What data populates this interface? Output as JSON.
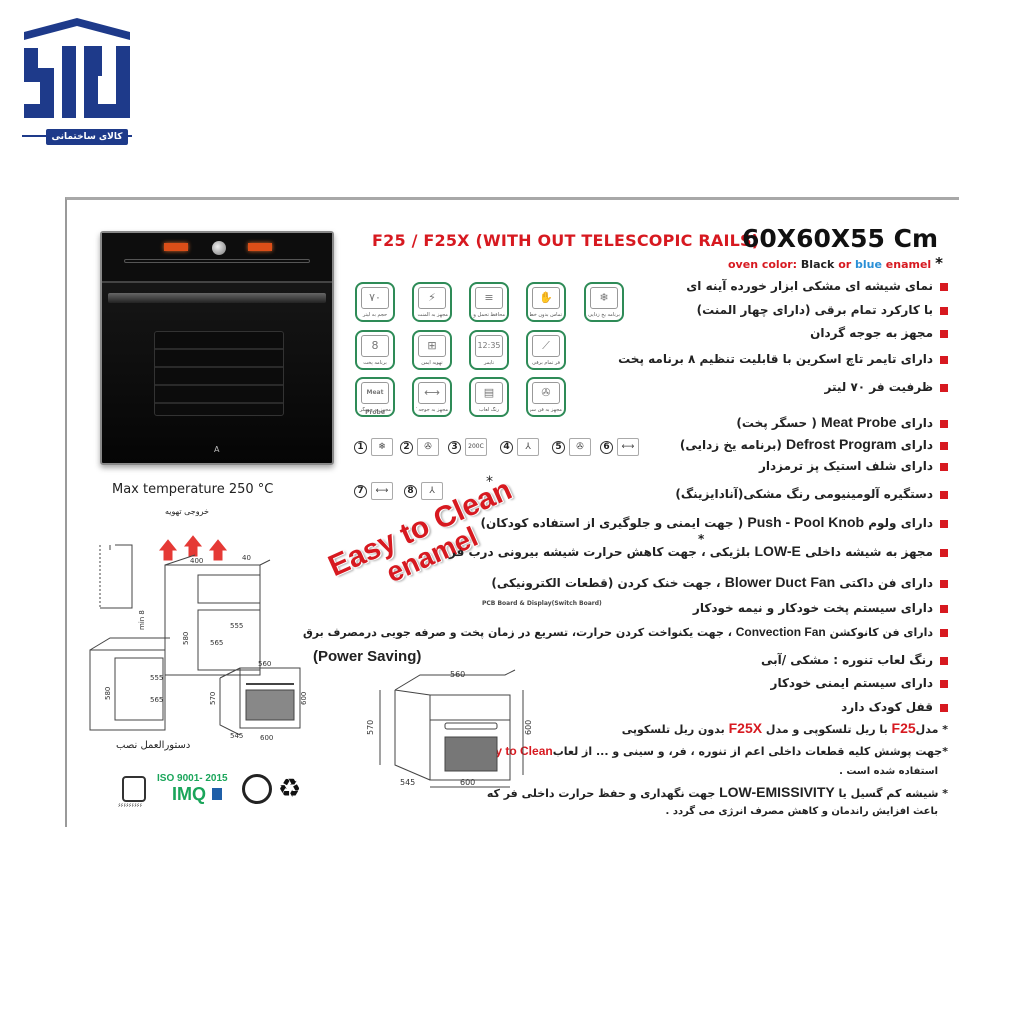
{
  "logo": {
    "brand_text": "کالای ساختمانی",
    "color": "#1e3a8a"
  },
  "product": {
    "title": "F25 / F25X  (WITH OUT TELESCOPIC  RAILS)",
    "dimensions": "60X60X55 Cm",
    "oven_color_prefix": "oven color:",
    "oven_color_black": "Black",
    "oven_color_or": "or",
    "oven_color_blue": "blue",
    "oven_color_enamel": "enamel",
    "asterisk": "*",
    "max_temperature": "Max temperature 250 °C",
    "accent_color": "#d71920",
    "blue_color": "#2a8fd6"
  },
  "feature_icons": [
    {
      "glyph": "۷۰",
      "caption": "حجم به لیتر"
    },
    {
      "glyph": "⚡",
      "caption": "مجهز به المنت برقی"
    },
    {
      "glyph": "≡",
      "caption": "محافظ تحمل وزن"
    },
    {
      "glyph": "✋",
      "caption": "تماس بدون خطر"
    },
    {
      "glyph": "❄",
      "caption": "برنامه یخ زدایی"
    },
    {
      "glyph": "8",
      "caption": "برنامه پخت"
    },
    {
      "glyph": "⊞",
      "caption": "تهویه ایمن"
    },
    {
      "glyph": "12:35",
      "caption": "تایمر"
    },
    {
      "glyph": "⟋",
      "caption": "فر تمام برقی"
    },
    {
      "glyph": "Meat Probe",
      "caption": "مجهز به حسگر پخت"
    },
    {
      "glyph": "⟷",
      "caption": "مجهز به جوجه گردان"
    },
    {
      "glyph": "▤",
      "caption": "رنگ لعاب"
    },
    {
      "glyph": "✇",
      "caption": "مجهز به فن سرکولاسیون"
    }
  ],
  "programs": [
    {
      "num": "1",
      "glyph": "❄"
    },
    {
      "num": "2",
      "glyph": "✇"
    },
    {
      "num": "3",
      "glyph": "200C"
    },
    {
      "num": "4",
      "glyph": "⅄"
    },
    {
      "num": "5",
      "glyph": "✇"
    },
    {
      "num": "6",
      "glyph": "⟷"
    },
    {
      "num": "7",
      "glyph": "⟷"
    },
    {
      "num": "8",
      "glyph": "⅄"
    }
  ],
  "programs_star": "*",
  "easy_clean": {
    "line1": "Easy to Clean",
    "line2": "enamel"
  },
  "features": [
    {
      "text": "نمای شیشه ای مشکی ابزار خورده آینه ای"
    },
    {
      "text": "با کارکرد تمام برقی (دارای چهار المنت)"
    },
    {
      "text": "مجهز به جوجه گردان"
    },
    {
      "text": "دارای تایمر تاچ اسکرین با قابلیت تنظیم ۸ برنامه پخت"
    },
    {
      "text": "ظرفیت فر ۷۰ لیتر"
    },
    {
      "pre": "دارای",
      "en": "Meat Probe",
      "post": "( حسگر پخت)"
    },
    {
      "pre": "دارای",
      "en": "Defrost Program",
      "post": "(برنامه یخ زدایی)"
    },
    {
      "text": "دارای شلف استیک پز ترمزدار"
    },
    {
      "text": "دستگیره آلومینیومی رنگ مشکی(آنادایزینگ)"
    },
    {
      "pre": "دارای ولوم",
      "en": "Push - Pool   Knob",
      "post": "( جهت ایمنی و جلوگیری از استفاده کودکان)"
    },
    {
      "pre": "مجهز به شیشه داخلی",
      "en": "LOW-E",
      "post": "بلژیکی ، جهت کاهش حرارت شیشه بیرونی درب فر"
    },
    {
      "pre": "دارای فن داکتی",
      "en": "Blower Duct Fan",
      "post": "، جهت خنک کردن (قطعات الکترونیکی)"
    },
    {
      "text": "دارای سیستم پخت خودکار و نیمه خودکار"
    },
    {
      "pre": "دارای فن کانوکشن",
      "en": "Convection Fan",
      "post": "، جهت یکنواخت کردن حرارت، تسریع در زمان پخت و صرفه جویی درمصرف برق"
    },
    {
      "text": "رنگ لعاب تنوره :  مشکی /آبی"
    },
    {
      "text": "دارای سیستم ایمنی خودکار"
    },
    {
      "text": "قفل کودک دارد"
    }
  ],
  "pcb_note": "PCB Board & Display(Switch Board)",
  "power_saving": "(Power Saving)",
  "low_e_star": "*",
  "notes": [
    {
      "star": "*",
      "p1": "مدل",
      "red1": "F25",
      "p2": "با ریل تلسکوپی  و  مدل",
      "red2": "F25X",
      "p3": "بدون ریل تلسکوپی"
    },
    {
      "star": "*",
      "p1": "جهت پوشش کلیه قطعات داخلی اعم از تنوره ، فر، و سینی و ... از لعاب",
      "red1": "Easy to Clean"
    },
    {
      "p1": "استفاده شده است ."
    },
    {
      "star": "*",
      "p1": "شیشه کم گسیل یا",
      "en": "LOW-EMISSIVITY",
      "p2": "جهت نگهداری و حفظ حرارت داخلی فر که"
    },
    {
      "p1": "باعث افزایش راندمان و کاهش  مصرف انرژی می گردد ."
    }
  ],
  "install_diagram": {
    "vent_label": "خروجی تهویه",
    "label": "دستورالعمل نصب",
    "dims": [
      "400",
      "40",
      "min 8",
      "580",
      "555",
      "565",
      "580",
      "555",
      "565",
      "570",
      "560",
      "600",
      "545",
      "600"
    ]
  },
  "oven_diagram": {
    "dims": [
      "560",
      "570",
      "600",
      "545",
      "600"
    ]
  },
  "certs": {
    "iso": "ISO 9001- 2015",
    "imq": "IMQ",
    "standard_code": "۶۶۶۶۶۶۶۶۶",
    "iso_color": "#1aa55a"
  }
}
